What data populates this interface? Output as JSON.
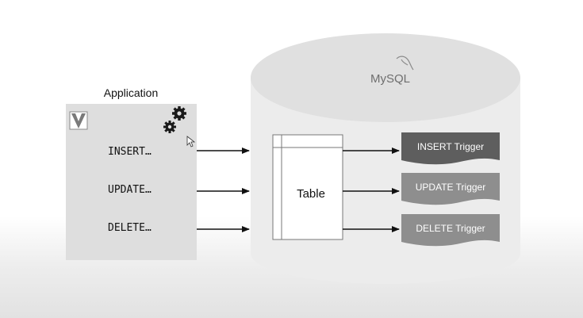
{
  "application": {
    "title": "Application",
    "statements": [
      "INSERT…",
      "UPDATE…",
      "DELETE…"
    ]
  },
  "database": {
    "brand": "MySQL",
    "table_label": "Table",
    "triggers": [
      {
        "label": "INSERT Trigger",
        "color": "#5e5e5e"
      },
      {
        "label": "UPDATE Trigger",
        "color": "#8e8e8e"
      },
      {
        "label": "DELETE Trigger",
        "color": "#8e8e8e"
      }
    ]
  },
  "icons": {
    "app_logo": "v-logo-icon",
    "gears": "gears-icon",
    "cursor": "mouse-cursor-icon",
    "brand_logo": "dolphin-icon"
  }
}
